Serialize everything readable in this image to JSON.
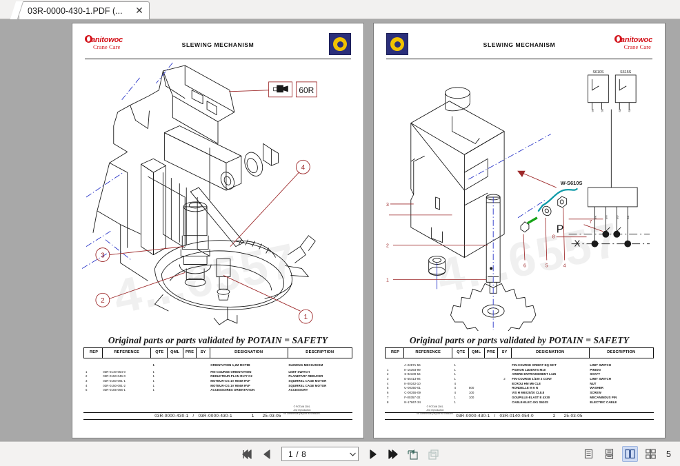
{
  "tab": {
    "title": "03R-0000-430-1.PDF (...",
    "close_label": "✕"
  },
  "pages": {
    "left": {
      "header": {
        "brand_line1": "anitowoc",
        "brand_line2": "Crane Care",
        "title": "SLEWING MECHANISM"
      },
      "watermark": "4...6557",
      "safety_text": "Original parts or parts validated by POTAIN = SAFETY",
      "callouts": [
        "1",
        "2",
        "3",
        "4"
      ],
      "box_label": "60R",
      "table": {
        "headers": [
          "REP",
          "REFERENCE",
          "QTE",
          "QML",
          "PRE",
          "SY",
          "DESIGNATION",
          "DESCRIPTION"
        ],
        "rows": [
          {
            "rep": "",
            "reference": "",
            "qte": "1",
            "qml": "",
            "pre": "",
            "sy": "",
            "designation": "ORIENTATION 1,2M MCT88",
            "description": "SLEWING-MECHANISM"
          },
          {
            "rep": "1",
            "reference": "03R-0140-054-0",
            "qte": "1",
            "qml": "",
            "pre": "",
            "sy": "",
            "designation": "FIN-COURSE ORIENTATION",
            "description": "LIMIT SWITCH"
          },
          {
            "rep": "2",
            "reference": "03R-0150-046-0",
            "qte": "1",
            "qml": "",
            "pre": "",
            "sy": "",
            "designation": "REDUCTEUR-PLAN R177 C2",
            "description": "PLANETARY REDUCER"
          },
          {
            "rep": "3",
            "reference": "03R-0150-091-1",
            "qte": "1",
            "qml": "",
            "pre": "",
            "sy": "",
            "designation": "MOTEUR-CG 1V 95NM RVF",
            "description": "SQUIRREL CAGE MOTOR"
          },
          {
            "rep": "4",
            "reference": "03R-0150-091-2",
            "qte": "1",
            "qml": "",
            "pre": "",
            "sy": "",
            "designation": "MOTEUR-CG 1V 95NM RVF",
            "description": "SQUIRREL CAGE MOTOR"
          },
          {
            "rep": "5",
            "reference": "03R-0155-066-1",
            "qte": "1",
            "qml": "",
            "pre": "",
            "sy": "",
            "designation": "ACCESSOIRES ORIENTATION",
            "description": "ACCESSORY"
          }
        ]
      },
      "footer": {
        "doc_left": "03R-0000-430-1",
        "doc_right": "03R-0000-430-1",
        "page_no": "1",
        "date": "25-03-05",
        "copyright": "© POTAIN  2001.\nAny reproduction\nfor commercial purpose is forbidden."
      }
    },
    "right": {
      "header": {
        "brand_line1": "anitowoc",
        "brand_line2": "Crane Care",
        "title": "SLEWING MECHANISM"
      },
      "watermark": "4...6557",
      "safety_text": "Original parts or parts validated by POTAIN = SAFETY",
      "callouts": [
        "1",
        "2",
        "3",
        "4",
        "5",
        "6",
        "7",
        "8"
      ],
      "schematic": {
        "switch_left": "S610S",
        "switch_right": "S615S",
        "cable_label": "W-S610S",
        "rail_p": "P",
        "rail_x": "X"
      },
      "table": {
        "headers": [
          "REP",
          "REFERENCE",
          "QTE",
          "QML",
          "PRE",
          "SY",
          "DESIGNATION",
          "DESCRIPTION"
        ],
        "rows": [
          {
            "rep": "",
            "reference": "A-22871-56",
            "qte": "1",
            "qml": "",
            "pre": "",
            "sy": "",
            "designation": "FIN-COURSE ORIENT EQ MCT",
            "description": "LIMIT SWITCH"
          },
          {
            "rep": "1",
            "reference": "K-15393-99",
            "qte": "1",
            "qml": "",
            "pre": "",
            "sy": "",
            "designation": "PIGNON 12DENTS M10",
            "description": "PINION"
          },
          {
            "rep": "2",
            "reference": "S-92109-54",
            "qte": "1",
            "qml": "",
            "pre": "",
            "sy": "",
            "designation": "ARBRE ENTRAINEMENT L125",
            "description": "SHAFT"
          },
          {
            "rep": "3",
            "reference": "E-55413-94",
            "qte": "1",
            "qml": "",
            "pre": "",
            "sy": "2",
            "designation": "FIN-COURSE 1/100 2 CONT",
            "description": "LIMIT SWITCH"
          },
          {
            "rep": "4",
            "reference": "K-00342-10",
            "qte": "4",
            "qml": "",
            "pre": "",
            "sy": "",
            "designation": "ECROU HM M6 CL8",
            "description": "NUT"
          },
          {
            "rep": "5",
            "reference": "U-00350-01",
            "qte": "4",
            "qml": "500",
            "pre": "",
            "sy": "",
            "designation": "RONDELLE M 6 N",
            "description": "WASHER"
          },
          {
            "rep": "6",
            "reference": "C-00355-09",
            "qte": "4",
            "qml": "100",
            "pre": "",
            "sy": "",
            "designation": "VIS H M6X20/20 CL8.8",
            "description": "SCREW"
          },
          {
            "rep": "7",
            "reference": "F-00357-32",
            "qte": "1",
            "qml": "100",
            "pre": "",
            "sy": "",
            "designation": "GOUPILLE-ELAST E 4X30",
            "description": "MECANINDUS PIN"
          },
          {
            "rep": "8",
            "reference": "N-17867-34",
            "qte": "1",
            "qml": "",
            "pre": "",
            "sy": "",
            "designation": "CABLE-ELEC 4X1 S610S",
            "description": "ELECTRIC CABLE"
          }
        ]
      },
      "footer": {
        "doc_left": "03R-0000-430-1",
        "doc_right": "03R-0140-054-0",
        "page_no": "2",
        "date": "25-03-05",
        "copyright": "© POTAIN  2001.\nAny reproduction\nfor commercial purpose is forbidden."
      }
    }
  },
  "toolbar": {
    "first_page_label": "first-page",
    "prev_page_label": "previous-page",
    "page_value": "1 / 8",
    "next_page_label": "next-page",
    "last_page_label": "last-page",
    "view_modes": [
      "single-page",
      "continuous",
      "two-page-facing",
      "book-view"
    ],
    "active_view_mode": "two-page-facing",
    "zoom_value": "5"
  },
  "colors": {
    "callout_red": "#9e2a2b",
    "brand_red": "#d3131b",
    "badge_blue": "#2b2f7a",
    "badge_yellow": "#f2c300",
    "accent_blue": "#1a1ad0",
    "accent_teal": "#0f9aa8",
    "accent_green": "#17a317",
    "toolbar_bg": "#f3f2f1",
    "canvas_bg": "#a8a8a8",
    "active_tool": "#cfdcf4"
  }
}
